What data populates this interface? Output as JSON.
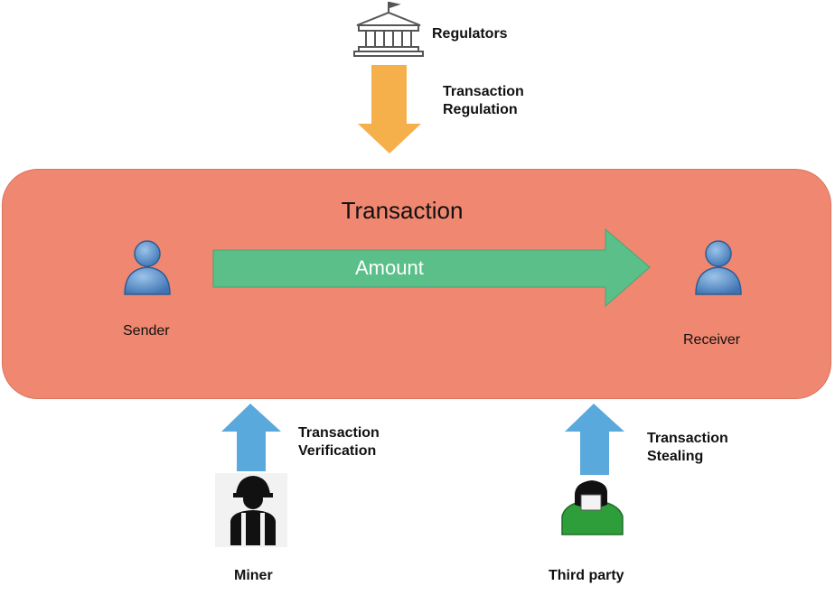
{
  "regulators": {
    "label": "Regulators",
    "arrow_label": "Transaction\nRegulation"
  },
  "transaction": {
    "title": "Transaction",
    "amount_label": "Amount"
  },
  "sender": {
    "label": "Sender"
  },
  "receiver": {
    "label": "Receiver"
  },
  "miner": {
    "label": "Miner",
    "arrow_label": "Transaction\nVerification"
  },
  "third_party": {
    "label": "Third party",
    "arrow_label": "Transaction\nStealing"
  },
  "colors": {
    "transaction_box": "#f08770",
    "amount_arrow": "#5bbf8a",
    "regulation_arrow": "#f5b04c",
    "up_arrows": "#5aa9dd",
    "person_icon": "#5b8fc7",
    "thief_shirt": "#2e9e3a"
  }
}
